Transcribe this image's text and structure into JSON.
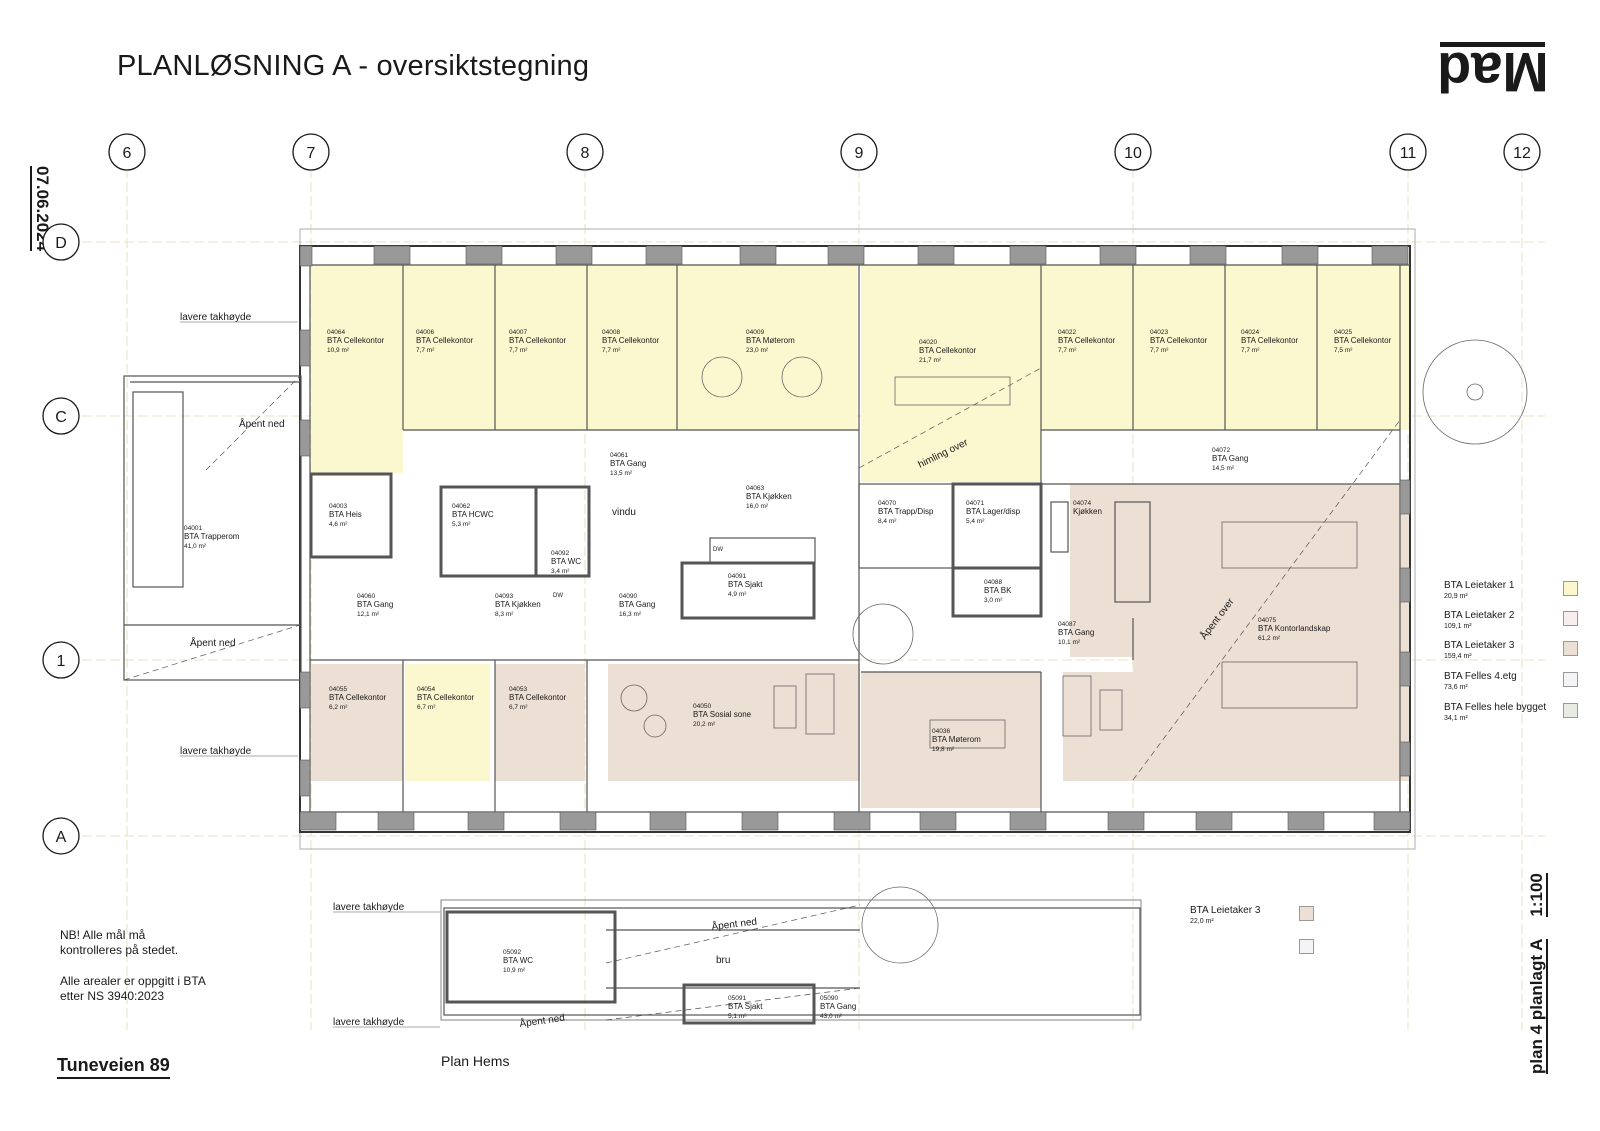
{
  "header": {
    "title": "PLANLØSNING A - oversiktstegning",
    "date": "07.06.2024",
    "logo": "Mad"
  },
  "grid": {
    "columns": [
      "6",
      "7",
      "8",
      "9",
      "10",
      "11",
      "12"
    ],
    "rows": [
      "D",
      "C",
      "1",
      "A"
    ]
  },
  "annotations": {
    "lavere_takhoyde": "lavere takhøyde",
    "apent_ned": "Åpent ned",
    "apent_over": "Åpent over",
    "himling_over": "himling over",
    "vindu": "vindu",
    "dw": "DW",
    "bru": "bru"
  },
  "rooms": [
    {
      "id": "04064",
      "name": "BTA Cellekontor",
      "area": "10,9 m²"
    },
    {
      "id": "04006",
      "name": "BTA Cellekontor",
      "area": "7,7 m²"
    },
    {
      "id": "04007",
      "name": "BTA Cellekontor",
      "area": "7,7 m²"
    },
    {
      "id": "04008",
      "name": "BTA Cellekontor",
      "area": "7,7 m²"
    },
    {
      "id": "04009",
      "name": "BTA Møterom",
      "area": "23,0 m²"
    },
    {
      "id": "04020",
      "name": "BTA Cellekontor",
      "area": "21,7 m²"
    },
    {
      "id": "04022",
      "name": "BTA Cellekontor",
      "area": "7,7 m²"
    },
    {
      "id": "04023",
      "name": "BTA Cellekontor",
      "area": "7,7 m²"
    },
    {
      "id": "04024",
      "name": "BTA Cellekontor",
      "area": "7,7 m²"
    },
    {
      "id": "04025",
      "name": "BTA Cellekontor",
      "area": "7,5 m²"
    },
    {
      "id": "04061",
      "name": "BTA Gang",
      "area": "13,5 m²"
    },
    {
      "id": "04063",
      "name": "BTA Kjøkken",
      "area": "16,0 m²"
    },
    {
      "id": "04072",
      "name": "BTA Gang",
      "area": "14,5 m²"
    },
    {
      "id": "04001",
      "name": "BTA Trapperom",
      "area": "41,0 m²"
    },
    {
      "id": "04003",
      "name": "BTA Heis",
      "area": "4,6 m²"
    },
    {
      "id": "04062",
      "name": "BTA HCWC",
      "area": "5,3 m²"
    },
    {
      "id": "04092",
      "name": "BTA WC",
      "area": "3,4 m²"
    },
    {
      "id": "04070",
      "name": "BTA Trapp/Disp",
      "area": "8,4 m²"
    },
    {
      "id": "04071",
      "name": "BTA Lager/disp",
      "area": "5,4 m²"
    },
    {
      "id": "04074",
      "name": "Kjøkken",
      "area": ""
    },
    {
      "id": "04091",
      "name": "BTA Sjakt",
      "area": "4,9 m²"
    },
    {
      "id": "04088",
      "name": "BTA BK",
      "area": "3,0 m²"
    },
    {
      "id": "04060",
      "name": "BTA Gang",
      "area": "12,1 m²"
    },
    {
      "id": "04093",
      "name": "BTA Kjøkken",
      "area": "8,3 m²"
    },
    {
      "id": "04090",
      "name": "BTA Gang",
      "area": "16,3 m²"
    },
    {
      "id": "04087",
      "name": "BTA Gang",
      "area": "10,1 m²"
    },
    {
      "id": "04075",
      "name": "BTA Kontorlandskap",
      "area": "61,2 m²"
    },
    {
      "id": "04055",
      "name": "BTA Cellekontor",
      "area": "6,2 m²"
    },
    {
      "id": "04054",
      "name": "BTA Cellekontor",
      "area": "6,7 m²"
    },
    {
      "id": "04053",
      "name": "BTA Cellekontor",
      "area": "6,7 m²"
    },
    {
      "id": "04050",
      "name": "BTA Sosial sone",
      "area": "20,2 m²"
    },
    {
      "id": "04036",
      "name": "BTA Møterom",
      "area": "19,8 m²"
    },
    {
      "id": "05092",
      "name": "BTA WC",
      "area": "10,9 m²"
    },
    {
      "id": "05091",
      "name": "BTA Sjakt",
      "area": "5,1 m²"
    },
    {
      "id": "05090",
      "name": "BTA Gang",
      "area": "43,0 m²"
    }
  ],
  "legend": [
    {
      "label": "BTA Leietaker 1",
      "area": "20,9 m²",
      "color": "#fbf8cf"
    },
    {
      "label": "BTA Leietaker 2",
      "area": "109,1 m²",
      "color": "#f8efec"
    },
    {
      "label": "BTA Leietaker 3",
      "area": "159,4 m²",
      "color": "#ecdfd3"
    },
    {
      "label": "BTA Felles 4.etg",
      "area": "73,6 m²",
      "color": "#f4f4f6"
    },
    {
      "label": "BTA Felles hele bygget",
      "area": "34,1 m²",
      "color": "#e8ebe2"
    }
  ],
  "hems_legend": [
    {
      "label": "BTA Leietaker 3",
      "area": "22,0 m²",
      "color": "#ecdfd3"
    },
    {
      "label": "",
      "area": "",
      "color": "#f4f4f6"
    }
  ],
  "notes": {
    "line1": "NB! Alle mål må",
    "line2": "kontrolleres på stedet.",
    "line3": "Alle arealer er oppgitt i BTA",
    "line4": "etter NS 3940:2023"
  },
  "footer": {
    "address": "Tuneveien 89",
    "plan_hems": "Plan Hems",
    "plan_label": "plan 4 planlagt A",
    "scale": "1:100"
  }
}
